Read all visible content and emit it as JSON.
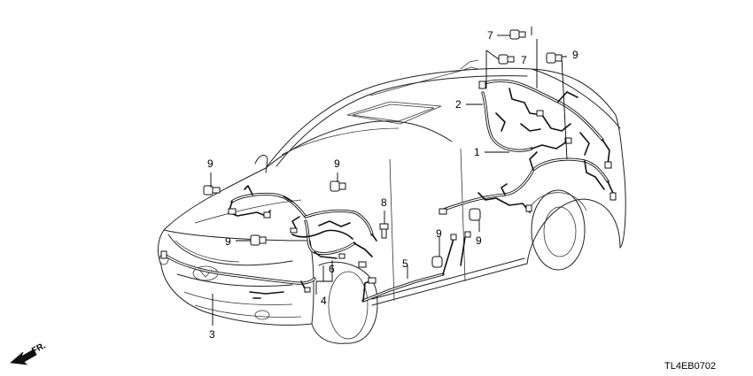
{
  "callouts": [
    {
      "id": "c1",
      "text": "1"
    },
    {
      "id": "c2",
      "text": "2"
    },
    {
      "id": "c3",
      "text": "3"
    },
    {
      "id": "c4",
      "text": "4"
    },
    {
      "id": "c5",
      "text": "5"
    },
    {
      "id": "c6",
      "text": "6"
    },
    {
      "id": "c7a",
      "text": "7"
    },
    {
      "id": "c7b",
      "text": "7"
    },
    {
      "id": "c8",
      "text": "8"
    },
    {
      "id": "c9a",
      "text": "9"
    },
    {
      "id": "c9b",
      "text": "9"
    },
    {
      "id": "c9c",
      "text": "9"
    },
    {
      "id": "c9d",
      "text": "9"
    },
    {
      "id": "c9e",
      "text": "9"
    },
    {
      "id": "c9f",
      "text": "9"
    }
  ],
  "direction_label": "FR.",
  "diagram_code": "TL4EB0702"
}
